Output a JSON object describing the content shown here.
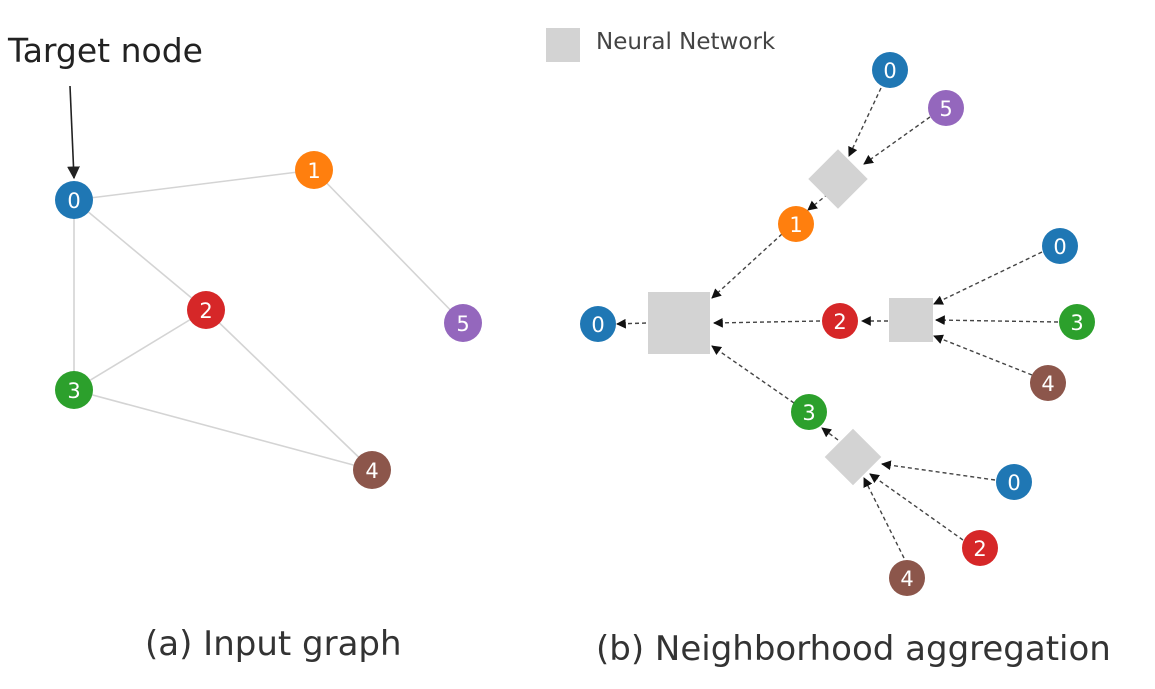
{
  "colors": {
    "0": "#1f77b4",
    "1": "#ff7f0e",
    "2": "#d62728",
    "3": "#2ca02c",
    "4": "#8c564b",
    "5": "#9467bd",
    "neural_network": "#d3d3d3"
  },
  "annotation": {
    "target": "Target node"
  },
  "legend": {
    "neural_network": "Neural Network"
  },
  "captions": {
    "a": "(a) Input graph",
    "b": "(b) Neighborhood aggregation"
  },
  "input_graph": {
    "nodes": [
      "0",
      "1",
      "2",
      "3",
      "4",
      "5"
    ],
    "edges": [
      [
        "0",
        "1"
      ],
      [
        "0",
        "2"
      ],
      [
        "0",
        "3"
      ],
      [
        "1",
        "5"
      ],
      [
        "2",
        "3"
      ],
      [
        "2",
        "4"
      ],
      [
        "3",
        "4"
      ]
    ],
    "target": "0"
  },
  "aggregation": {
    "root": "0",
    "layer1": [
      {
        "node": "1",
        "neighbors": [
          "0",
          "5"
        ]
      },
      {
        "node": "2",
        "neighbors": [
          "0",
          "3",
          "4"
        ]
      },
      {
        "node": "3",
        "neighbors": [
          "0",
          "2",
          "4"
        ]
      }
    ]
  }
}
